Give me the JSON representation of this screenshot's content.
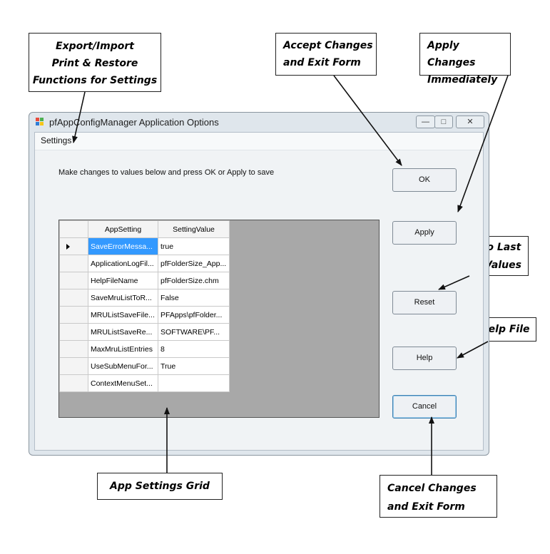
{
  "window": {
    "title": "pfAppConfigManager Application Options",
    "controls": {
      "minimize": "—",
      "maximize": "□",
      "close": "✕"
    }
  },
  "menu": {
    "settings": "Settings"
  },
  "instruction": "Make changes to values below and press OK or Apply to save",
  "grid": {
    "headers": [
      "AppSetting",
      "SettingValue"
    ],
    "rows": [
      {
        "setting": "SaveErrorMessa...",
        "value": "true"
      },
      {
        "setting": "ApplicationLogFil...",
        "value": "pfFolderSize_App..."
      },
      {
        "setting": "HelpFileName",
        "value": "pfFolderSize.chm"
      },
      {
        "setting": "SaveMruListToR...",
        "value": "False"
      },
      {
        "setting": "MRUListSaveFile...",
        "value": "PFApps\\pfFolder..."
      },
      {
        "setting": "MRUListSaveRe...",
        "value": "SOFTWARE\\PF..."
      },
      {
        "setting": "MaxMruListEntries",
        "value": "8"
      },
      {
        "setting": "UseSubMenuFor...",
        "value": "True"
      },
      {
        "setting": "ContextMenuSet...",
        "value": ""
      }
    ]
  },
  "buttons": {
    "ok": "OK",
    "apply": "Apply",
    "reset": "Reset",
    "help": "Help",
    "cancel": "Cancel"
  },
  "callouts": {
    "export_import": [
      "Export/Import",
      "Print & Restore",
      "Functions for Settings"
    ],
    "accept": [
      "Accept Changes",
      "and Exit Form"
    ],
    "apply": [
      "Apply Changes",
      "Immediately"
    ],
    "reset": [
      "Reset to Last",
      "Saved Values"
    ],
    "help": [
      "Show Help File"
    ],
    "grid": [
      "App Settings Grid"
    ],
    "cancel": [
      "Cancel Changes",
      "and Exit Form"
    ]
  },
  "colors": {
    "selection": "#3399ff",
    "grid_background": "#a8a8a8",
    "window_frame": "#dfe6ec"
  }
}
